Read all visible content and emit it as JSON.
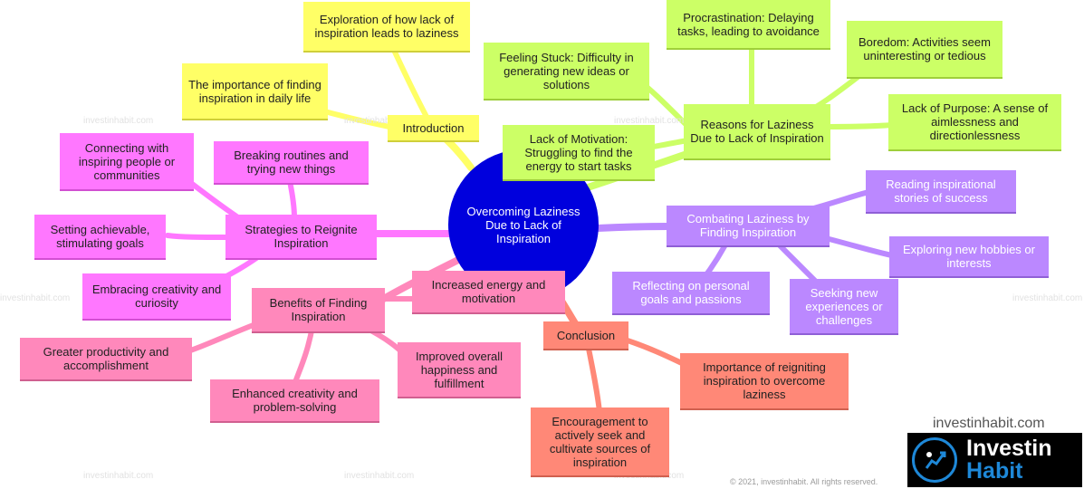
{
  "center": "Overcoming Laziness Due to Lack of Inspiration",
  "intro": {
    "label": "Introduction",
    "items": [
      "Exploration of how lack of inspiration leads to laziness",
      "The importance of finding inspiration in daily life"
    ]
  },
  "reasons": {
    "label": "Reasons for Laziness Due to Lack of Inspiration",
    "items": [
      "Feeling Stuck: Difficulty in generating new ideas or solutions",
      "Procrastination: Delaying tasks, leading to avoidance",
      "Boredom: Activities seem uninteresting or tedious",
      "Lack of Purpose: A sense of aimlessness and directionlessness",
      "Lack of Motivation: Struggling to find the energy to start tasks"
    ]
  },
  "combating": {
    "label": "Combating Laziness by Finding Inspiration",
    "items": [
      "Reading inspirational stories of success",
      "Exploring new hobbies or interests",
      "Seeking new experiences or challenges",
      "Reflecting on personal goals and passions"
    ]
  },
  "strategies": {
    "label": "Strategies to Reignite Inspiration",
    "items": [
      "Connecting with inspiring people or communities",
      "Breaking routines and trying new things",
      "Setting achievable, stimulating goals",
      "Embracing creativity and curiosity"
    ]
  },
  "benefits": {
    "label": "Benefits of Finding Inspiration",
    "items": [
      "Increased energy and motivation",
      "Greater productivity and accomplishment",
      "Improved overall happiness and fulfillment",
      "Enhanced creativity and problem-solving"
    ]
  },
  "conclusion": {
    "label": "Conclusion",
    "items": [
      "Importance of reigniting inspiration to overcome laziness",
      "Encouragement to actively seek and cultivate sources of inspiration"
    ]
  },
  "watermark": "investinhabit.com",
  "brand": {
    "site": "investinhabit.com",
    "logo_line1": "Investin",
    "logo_line2": "Habit",
    "copyright": "© 2021, investinhabit. All rights reserved."
  },
  "colors": {
    "center": "#0000dd",
    "intro": "#ffff66",
    "reasons": "#ccff66",
    "combating": "#bb88ff",
    "strategies": "#ff77ff",
    "benefits": "#ff88bb",
    "conclusion": "#ff8877"
  }
}
